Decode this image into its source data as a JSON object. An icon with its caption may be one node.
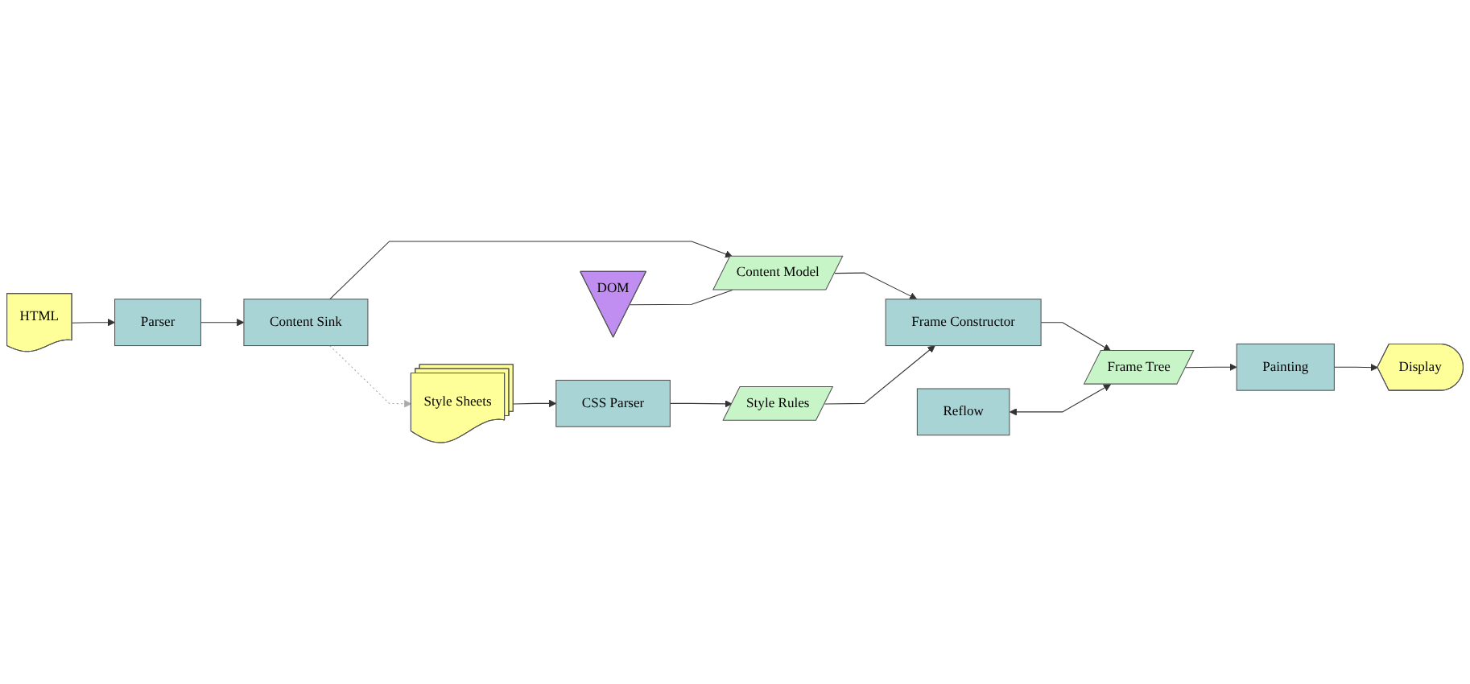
{
  "diagram": {
    "nodes": [
      {
        "text": [
          "DOM"
        ]
      },
      {
        "text": [
          "HTML"
        ]
      },
      {
        "text": [
          "Parser"
        ]
      },
      {
        "text": [
          "Content Sink"
        ]
      },
      {
        "text": [
          "Content Model"
        ]
      },
      {
        "text": [
          "Reflow"
        ]
      },
      {
        "text": [
          "Frame Constructor"
        ]
      },
      {
        "text": [
          "Frame Tree"
        ]
      },
      {
        "text": [
          "Painting"
        ]
      },
      {
        "text": [
          "Display"
        ]
      },
      {
        "text": [
          "Style Sheets"
        ]
      },
      {
        "text": [
          "CSS Parser"
        ]
      },
      {
        "text": [
          "Style Rules"
        ]
      }
    ],
    "edges": [
      {
        "from": 1,
        "to": 2,
        "arrow": "to"
      },
      {
        "from": 2,
        "to": 3,
        "arrow": "to"
      },
      {
        "from": 3,
        "to": 4,
        "arrow": "to"
      },
      {
        "from": 0,
        "to": 4,
        "arrow": "none"
      },
      {
        "from": 4,
        "to": 6,
        "arrow": "to"
      },
      {
        "from": 3,
        "to": 10,
        "arrow": "to",
        "style": "dashed",
        "color": "#aaaaaa"
      },
      {
        "from": 10,
        "to": 11,
        "arrow": "to"
      },
      {
        "from": 11,
        "to": 12,
        "arrow": "to"
      },
      {
        "from": 12,
        "to": 6,
        "arrow": "to"
      },
      {
        "from": 6,
        "to": 7,
        "arrow": "to"
      },
      {
        "from": 5,
        "to": 7,
        "arrow": "both"
      },
      {
        "from": 7,
        "to": 8,
        "arrow": "to"
      },
      {
        "from": 8,
        "to": 9,
        "arrow": "to"
      }
    ]
  }
}
